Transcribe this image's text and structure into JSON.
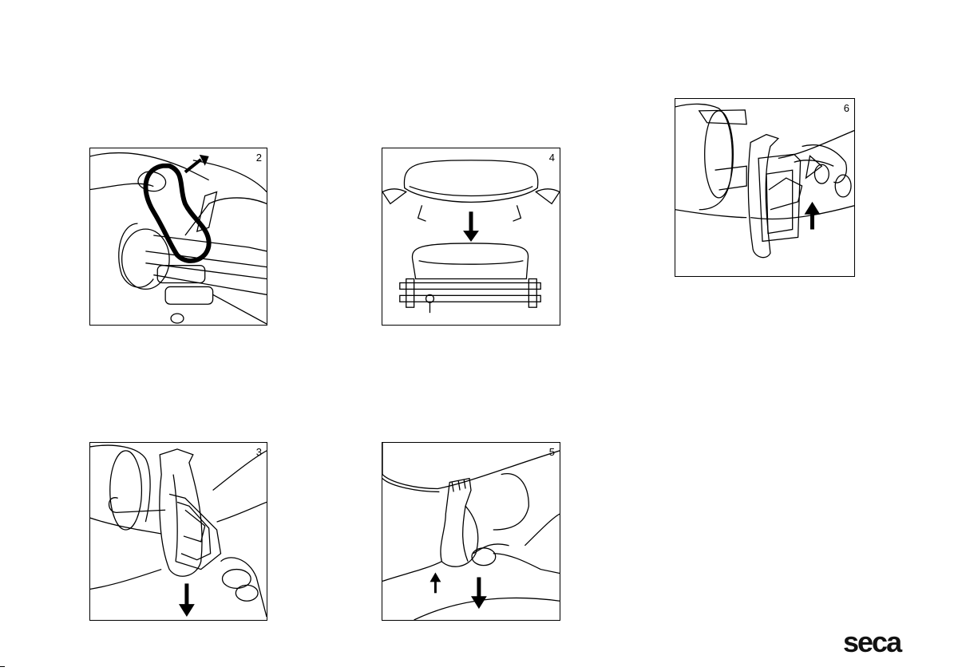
{
  "figures": [
    {
      "id": "p2",
      "number": "2"
    },
    {
      "id": "p4",
      "number": "4"
    },
    {
      "id": "p6",
      "number": "6"
    },
    {
      "id": "p3",
      "number": "3"
    },
    {
      "id": "p5",
      "number": "5"
    }
  ],
  "brand": {
    "logo_text": "seca"
  },
  "colors": {
    "ink": "#000000",
    "paper": "#ffffff"
  }
}
